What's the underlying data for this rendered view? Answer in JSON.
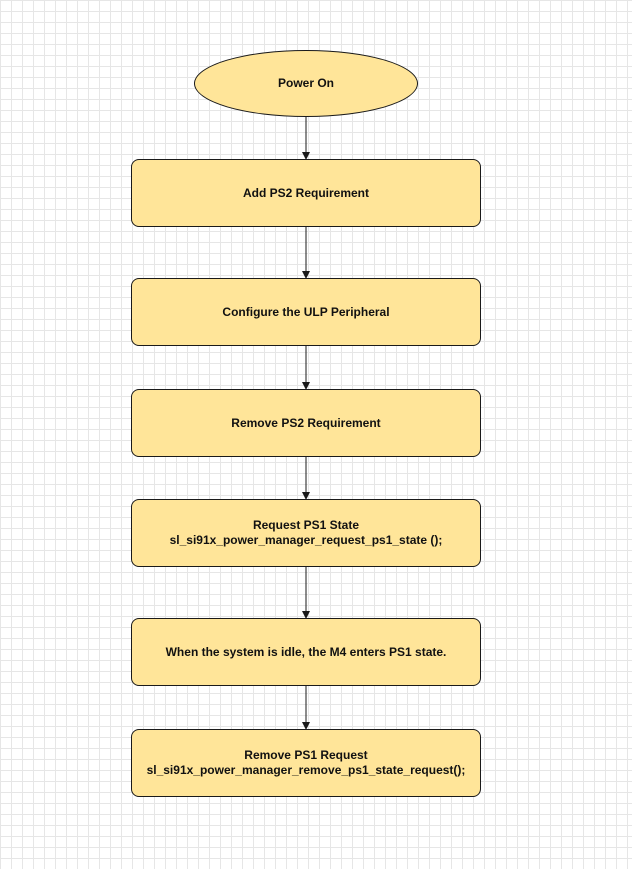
{
  "diagram": {
    "start": {
      "label": "Power On"
    },
    "steps": [
      {
        "line1": "Add PS2 Requirement",
        "line2": ""
      },
      {
        "line1": "Configure the ULP Peripheral",
        "line2": ""
      },
      {
        "line1": "Remove PS2 Requirement",
        "line2": ""
      },
      {
        "line1": "Request PS1 State",
        "line2": "sl_si91x_power_manager_request_ps1_state ();"
      },
      {
        "line1": "When the system is idle, the M4 enters PS1 state.",
        "line2": ""
      },
      {
        "line1": "Remove PS1 Request",
        "line2": "sl_si91x_power_manager_remove_ps1_state_request();"
      }
    ],
    "colors": {
      "node_fill": "#ffe599",
      "node_border": "#1a1a1a",
      "edge": "#1a1a1a",
      "grid": "#e6e6e6"
    }
  }
}
